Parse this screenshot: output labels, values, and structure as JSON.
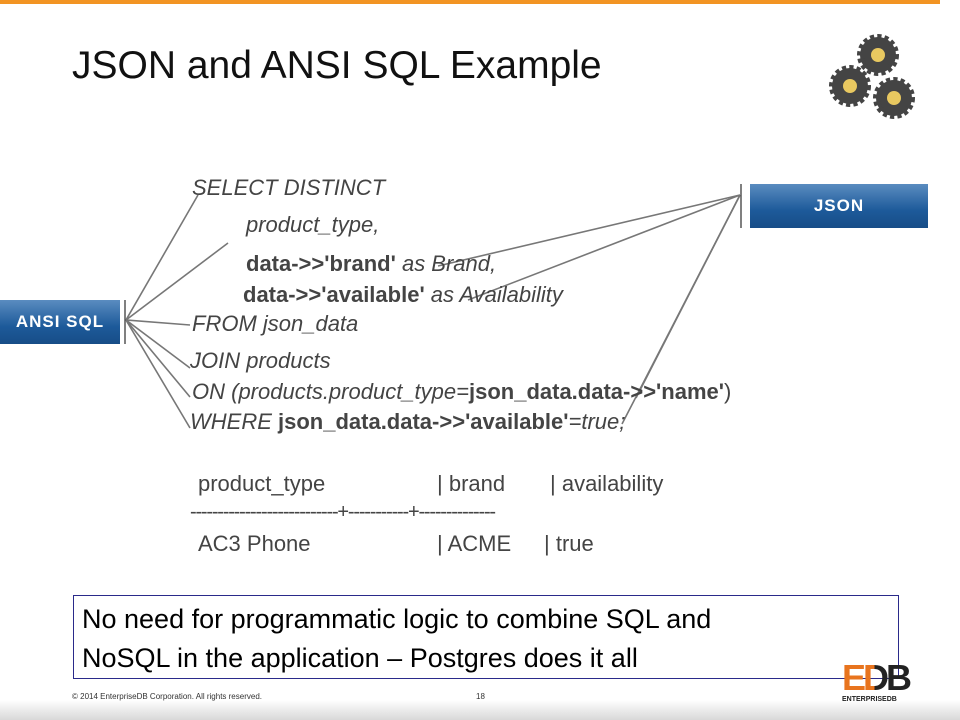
{
  "title": "JSON and ANSI SQL Example",
  "labels": {
    "ansi": "ANSI SQL",
    "json": "JSON"
  },
  "sql": {
    "l1": "SELECT DISTINCT",
    "l2": "product_type,",
    "l3a": "data->>'brand'",
    "l3b": " as Brand,",
    "l4a": "data->>'available'",
    "l4b": " as Availability",
    "l5": "FROM json_data",
    "l6": "JOIN products",
    "l7a": "ON (products.product_type=",
    "l7b": "json_data.data->>'name'",
    "l7c": ")",
    "l8a": "WHERE ",
    "l8b": "json_data.data->>'available'",
    "l8c": "=true;"
  },
  "result": {
    "header": [
      "product_type",
      "| brand",
      "| availability"
    ],
    "separator": "---------------------------+-----------+--------------",
    "row": [
      "AC3 Phone",
      "| ACME",
      "| true"
    ]
  },
  "note": {
    "line1": "No need for programmatic logic to combine SQL and",
    "line2": "NoSQL in the application – Postgres does it all"
  },
  "footer": {
    "copyright": "© 2014 EnterpriseDB Corporation. All rights reserved.",
    "page": "18"
  },
  "logo": {
    "text": "EDB",
    "sub": "ENTERPRISEDB"
  },
  "colors": {
    "accent": "#f29423",
    "box": "#1d5a9a"
  }
}
